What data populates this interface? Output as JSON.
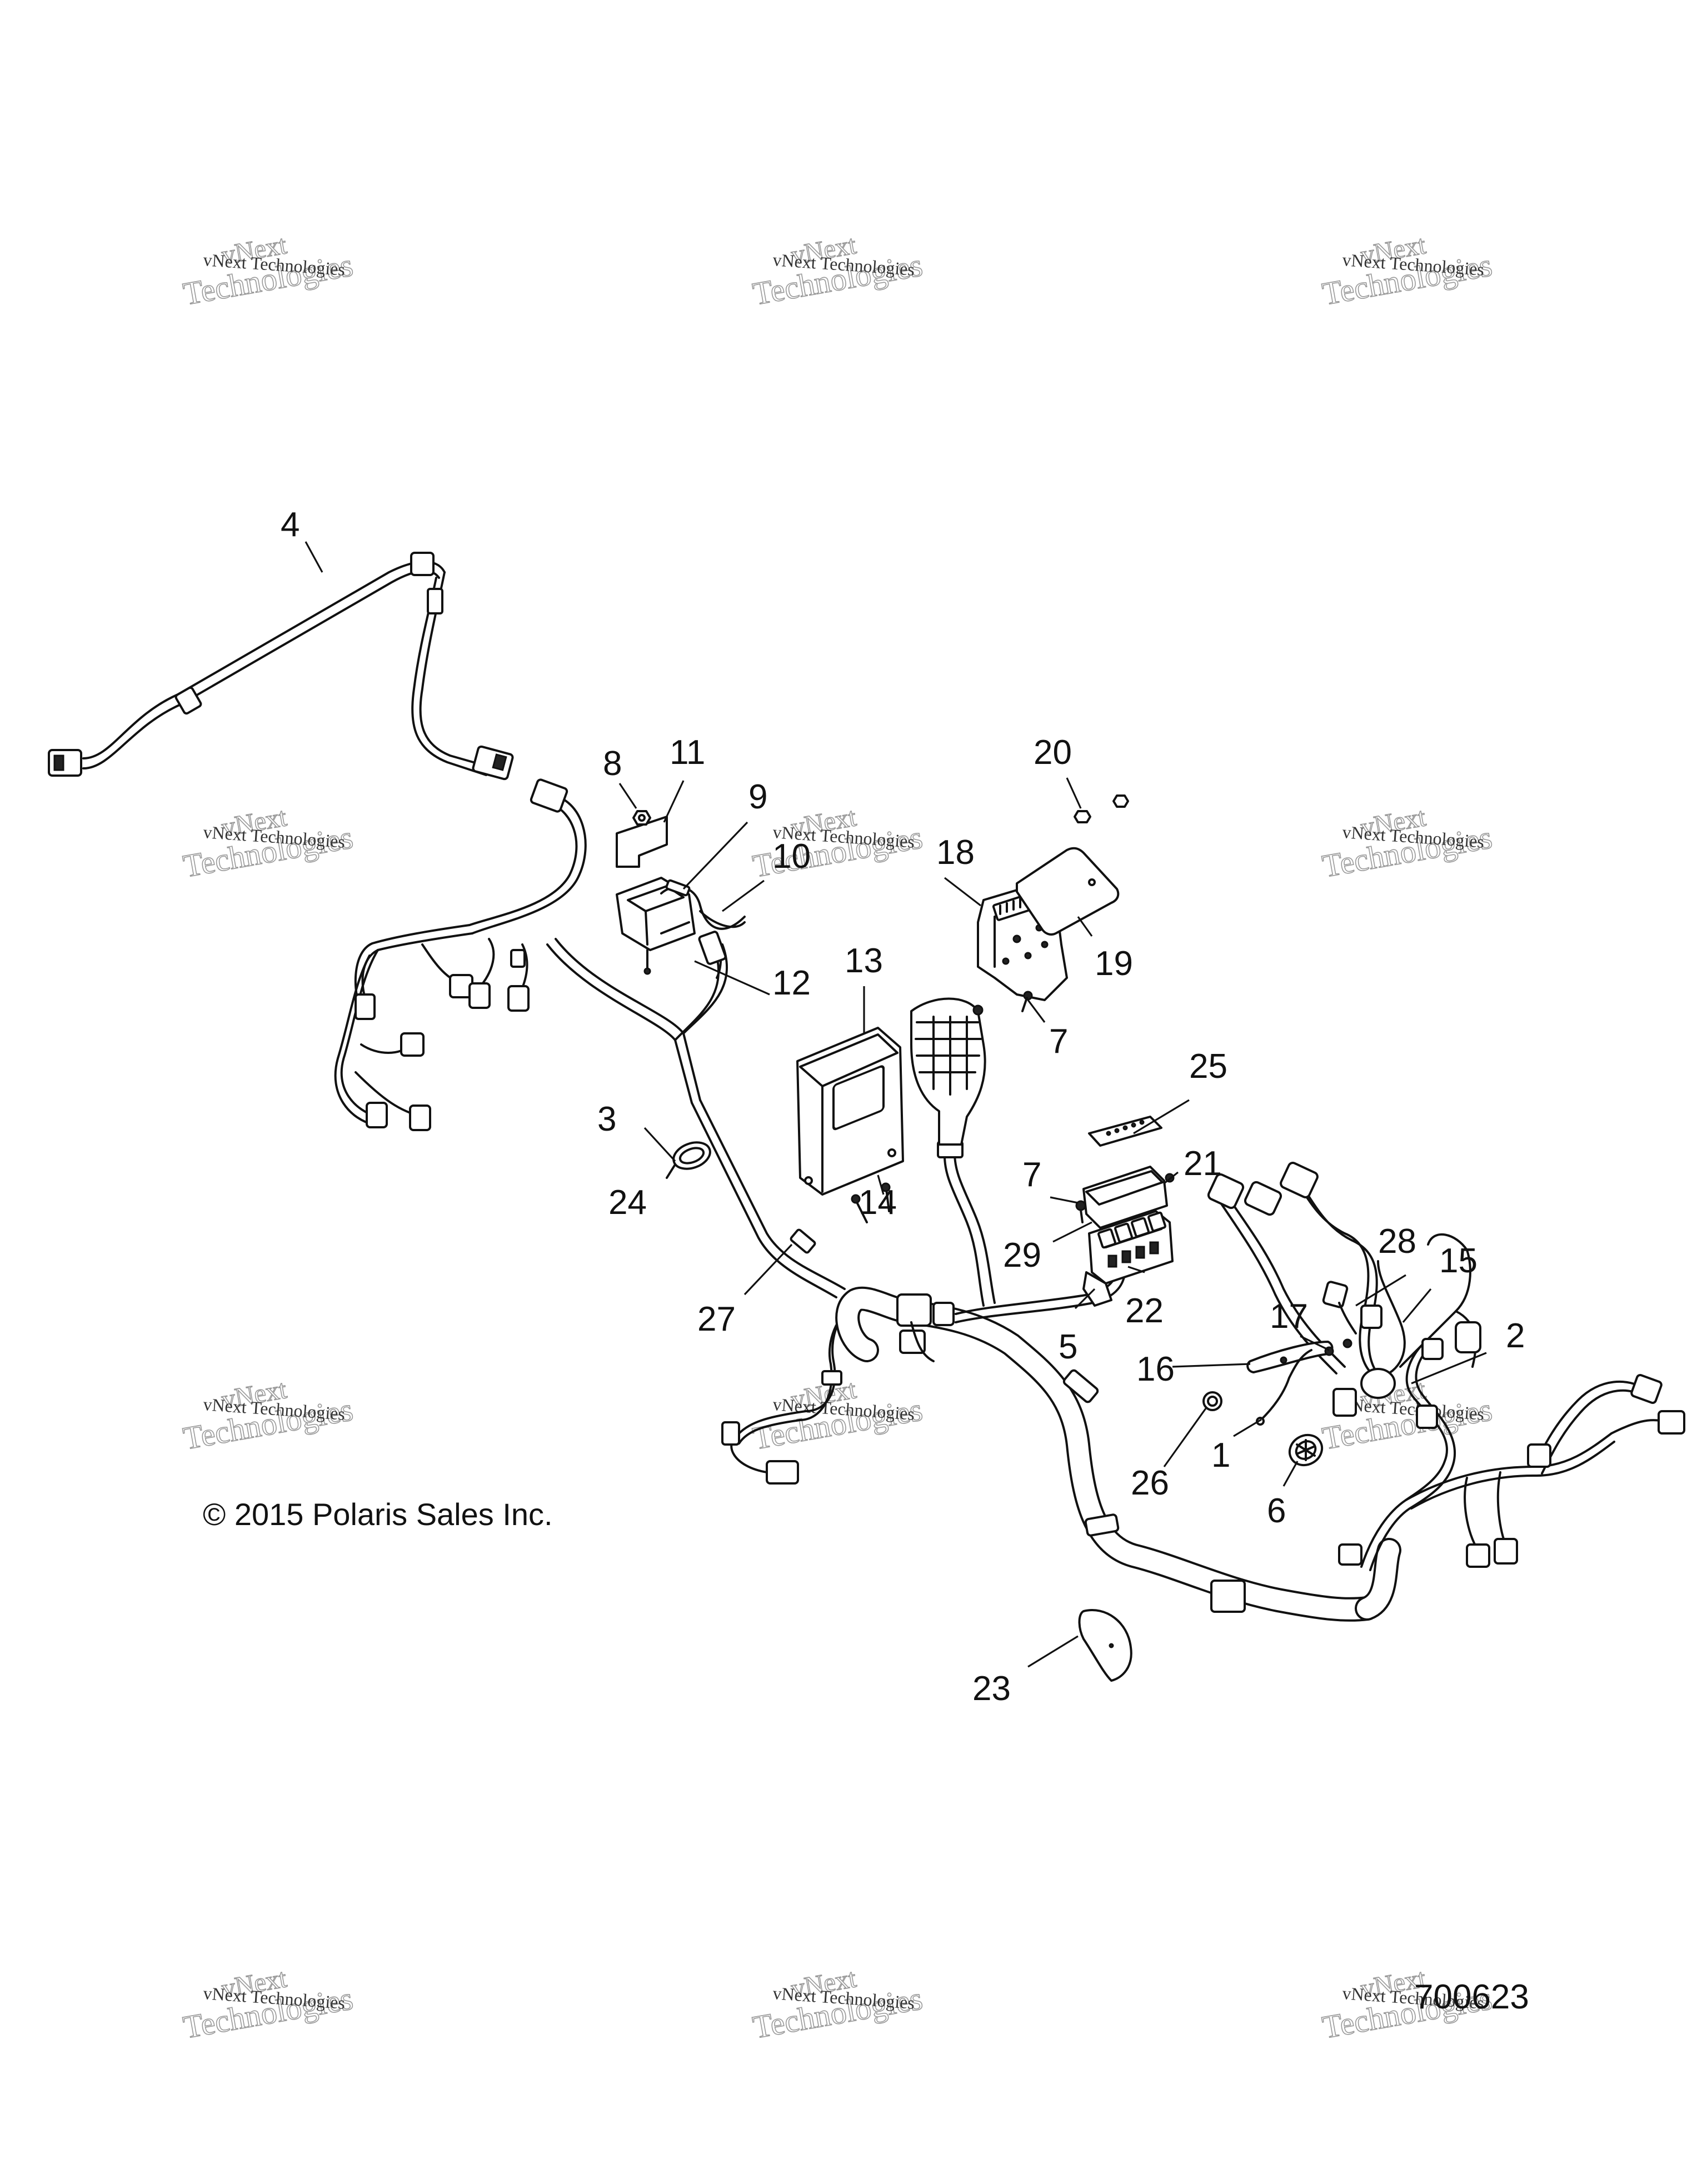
{
  "diagram": {
    "copyright": "© 2015 Polaris Sales Inc.",
    "figure_number": "700623",
    "watermark": {
      "line1": "vNext Technologies",
      "line2": "vNext",
      "line3": "Technologies"
    },
    "callouts": {
      "c1": "1",
      "c2": "2",
      "c3": "3",
      "c4": "4",
      "c5": "5",
      "c6": "6",
      "c7a": "7",
      "c7b": "7",
      "c8": "8",
      "c9": "9",
      "c10": "10",
      "c11": "11",
      "c12": "12",
      "c13": "13",
      "c14": "14",
      "c15": "15",
      "c16": "16",
      "c17": "17",
      "c18": "18",
      "c19": "19",
      "c20": "20",
      "c21": "21",
      "c22": "22",
      "c23": "23",
      "c24": "24",
      "c25": "25",
      "c26": "26",
      "c27": "27",
      "c28": "28",
      "c29": "29"
    }
  }
}
